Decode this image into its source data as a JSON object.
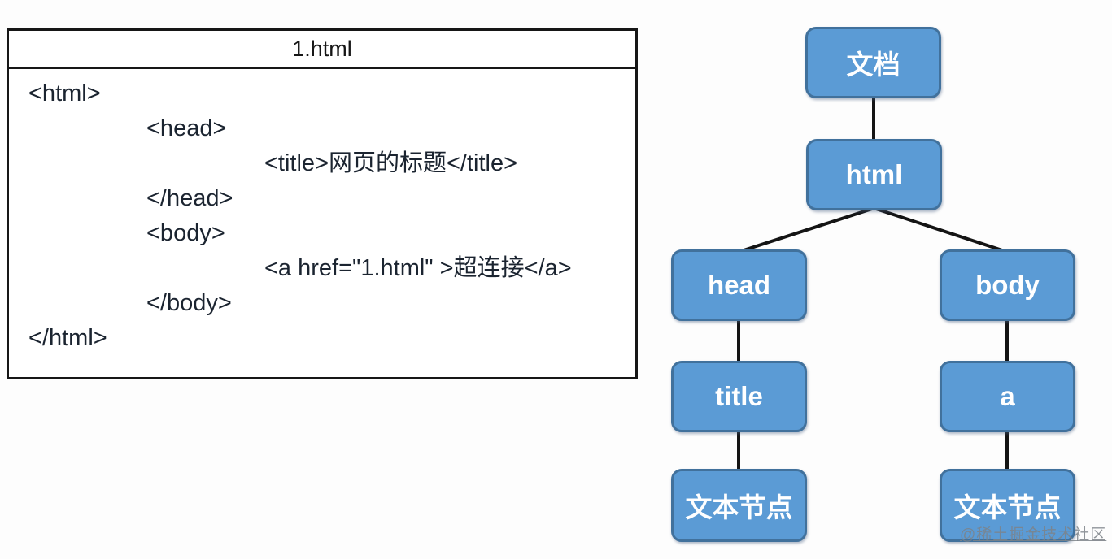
{
  "code_panel": {
    "title": "1.html",
    "lines": [
      {
        "indent": 0,
        "text": "<html>"
      },
      {
        "indent": 1,
        "text": "<head>"
      },
      {
        "indent": 2,
        "text": "<title>网页的标题</title>"
      },
      {
        "indent": 1,
        "text": "</head>"
      },
      {
        "indent": 1,
        "text": "<body>"
      },
      {
        "indent": 2,
        "text": "<a href=\"1.html\" >超连接</a>"
      },
      {
        "indent": 1,
        "text": "</body>"
      },
      {
        "indent": 0,
        "text": "</html>"
      }
    ]
  },
  "tree": {
    "nodes": [
      {
        "id": "doc",
        "label": "文档"
      },
      {
        "id": "html",
        "label": "html"
      },
      {
        "id": "head",
        "label": "head"
      },
      {
        "id": "body",
        "label": "body"
      },
      {
        "id": "title",
        "label": "title"
      },
      {
        "id": "a",
        "label": "a"
      },
      {
        "id": "text-left",
        "label": "文本节点"
      },
      {
        "id": "text-right",
        "label": "文本节点"
      }
    ],
    "edges": [
      {
        "from": "doc",
        "to": "html"
      },
      {
        "from": "html",
        "to": "head"
      },
      {
        "from": "html",
        "to": "body"
      },
      {
        "from": "head",
        "to": "title"
      },
      {
        "from": "title",
        "to": "text-left"
      },
      {
        "from": "body",
        "to": "a"
      },
      {
        "from": "a",
        "to": "text-right"
      }
    ],
    "colors": {
      "node_fill": "#5b9bd5",
      "node_border": "#41719c",
      "node_text": "#ffffff",
      "edge": "#141414"
    }
  },
  "watermark": "@稀土掘金技术社区"
}
